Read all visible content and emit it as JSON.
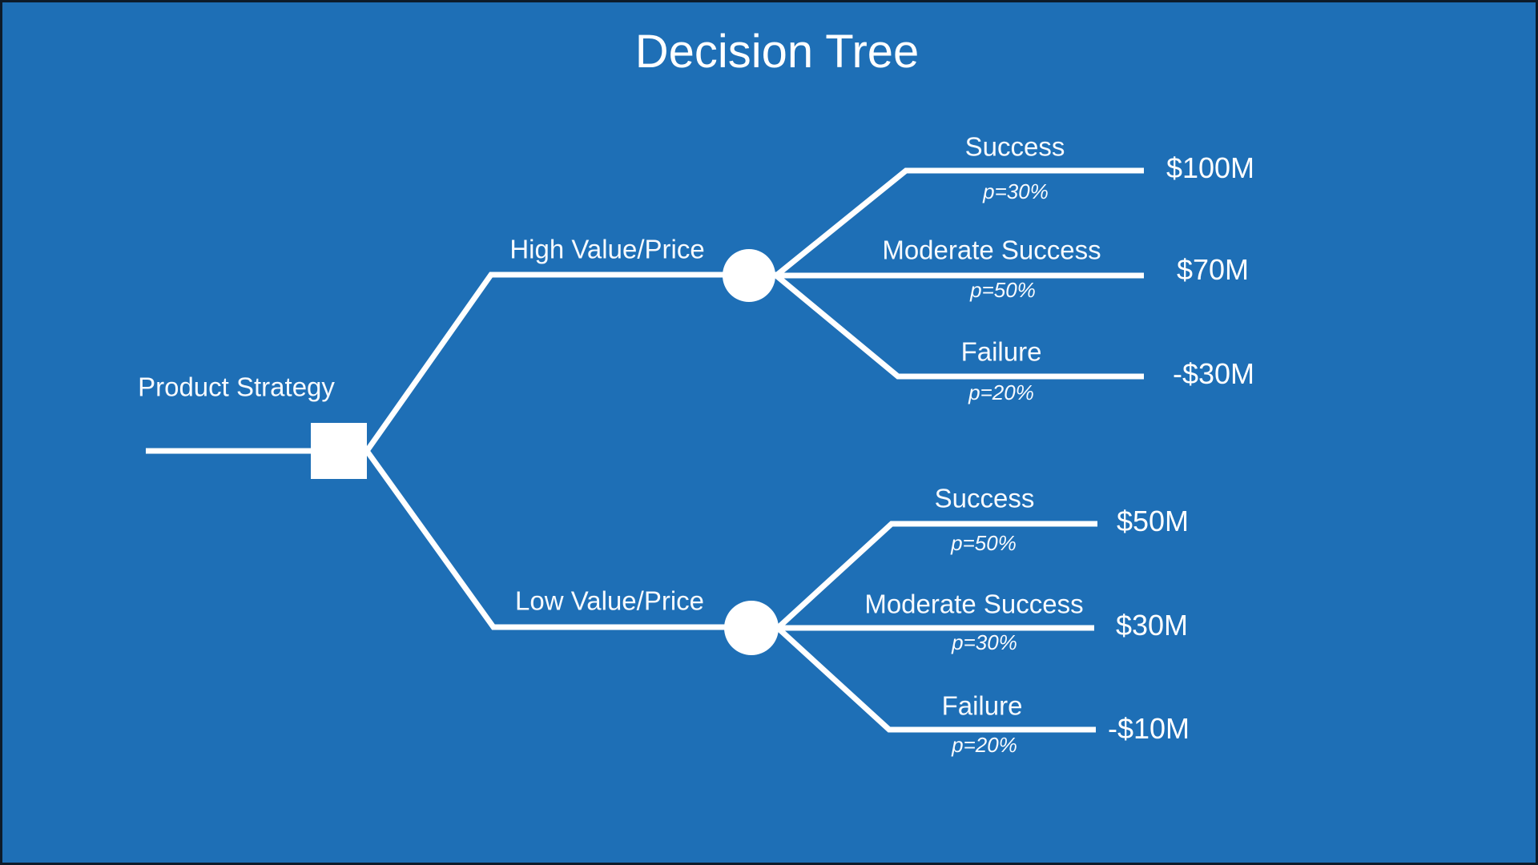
{
  "title": "Decision Tree",
  "root": {
    "label": "Product Strategy",
    "node_type": "decision-square"
  },
  "branches": [
    {
      "label": "High Value/Price",
      "node_type": "chance-circle",
      "outcomes": [
        {
          "label": "Success",
          "probability": "p=30%",
          "value": "$100M"
        },
        {
          "label": "Moderate Success",
          "probability": "p=50%",
          "value": "$70M"
        },
        {
          "label": "Failure",
          "probability": "p=20%",
          "value": "-$30M"
        }
      ]
    },
    {
      "label": "Low Value/Price",
      "node_type": "chance-circle",
      "outcomes": [
        {
          "label": "Success",
          "probability": "p=50%",
          "value": "$50M"
        },
        {
          "label": "Moderate Success",
          "probability": "p=30%",
          "value": "$30M"
        },
        {
          "label": "Failure",
          "probability": "p=20%",
          "value": "-$10M"
        }
      ]
    }
  ],
  "colors": {
    "background": "#1E6FB6",
    "foreground": "#FFFFFF",
    "border": "#0D1B2A"
  }
}
